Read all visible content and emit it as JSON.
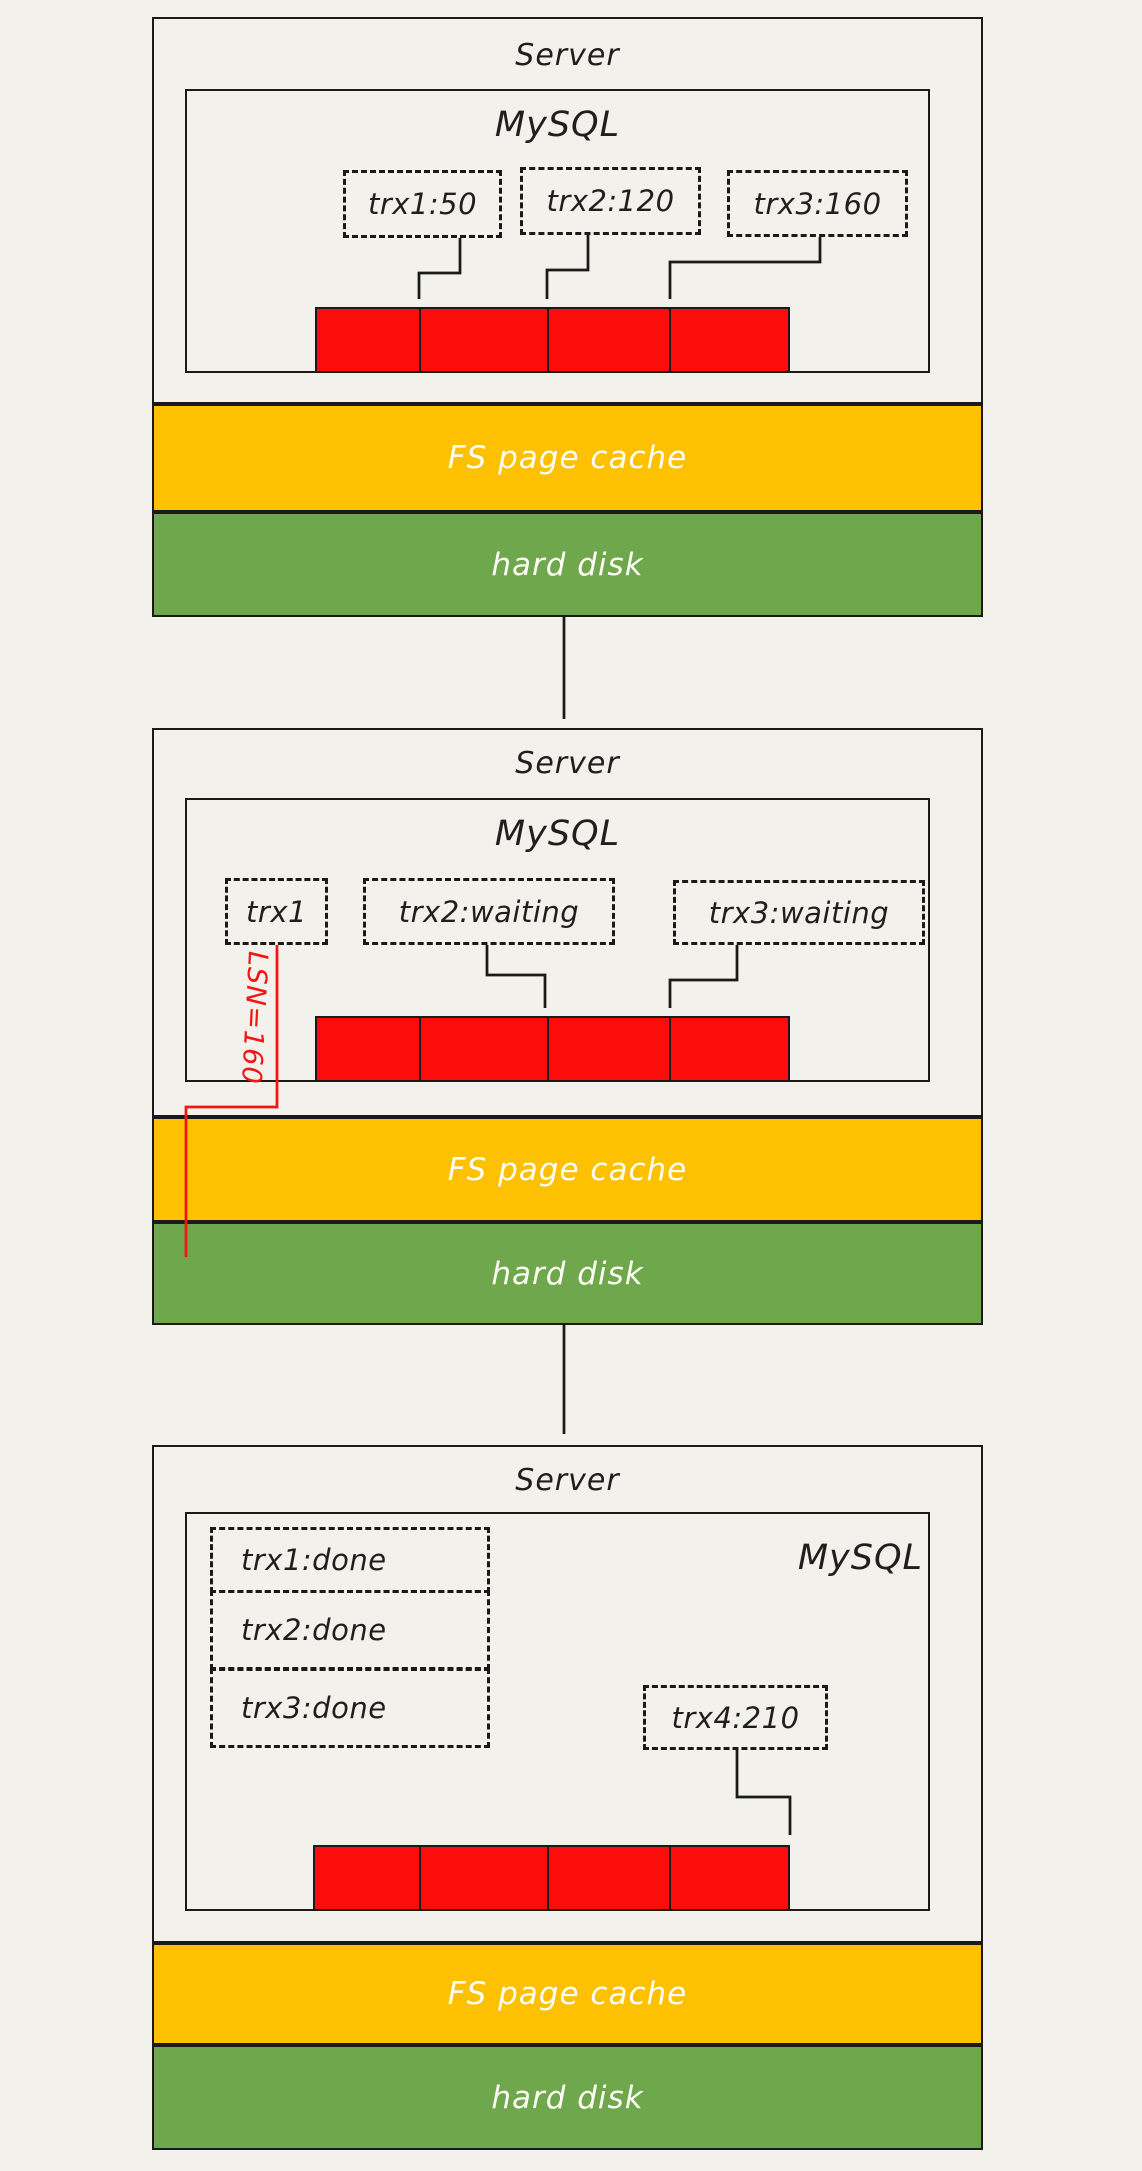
{
  "colors": {
    "background": "#f2f1ec",
    "stroke": "#1a1a1a",
    "text": "#1f1f1f",
    "band_text": "#fffdf6",
    "fs_cache_yellow": "#fdc101",
    "hard_disk_green": "#6fa74c",
    "log_buffer_red": "#fc0d0c",
    "lsn_red": "#f51414"
  },
  "panels": [
    {
      "server_label": "Server",
      "mysql_label": "MySQL",
      "transactions": [
        "trx1:50",
        "trx2:120",
        "trx3:160"
      ],
      "fs_cache_label": "FS page cache",
      "disk_label": "hard disk"
    },
    {
      "server_label": "Server",
      "mysql_label": "MySQL",
      "transactions": [
        "trx1",
        "trx2:waiting",
        "trx3:waiting"
      ],
      "lsn_label": "LSN=160",
      "fs_cache_label": "FS page cache",
      "disk_label": "hard disk"
    },
    {
      "server_label": "Server",
      "mysql_label": "MySQL",
      "transactions": [
        "trx1:done",
        "trx2:done",
        "trx3:done"
      ],
      "trx4_label": "trx4:210",
      "fs_cache_label": "FS page cache",
      "disk_label": "hard disk"
    }
  ]
}
